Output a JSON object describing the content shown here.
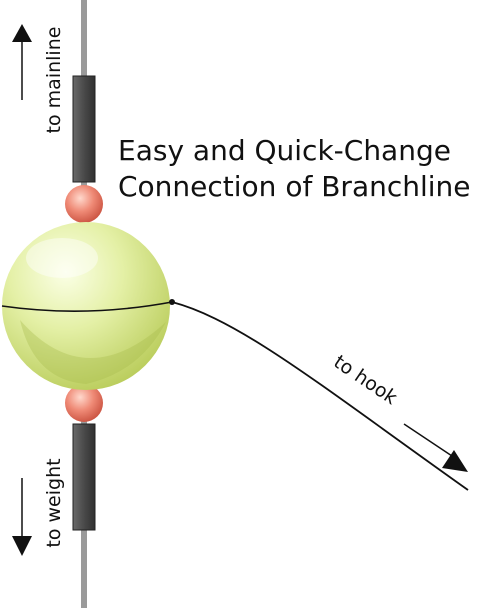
{
  "title": {
    "line1": "Easy and Quick-Change",
    "line2": "Connection of Branchline"
  },
  "labels": {
    "to_mainline": "to mainline",
    "to_weight": "to weight",
    "to_hook": "to hook"
  },
  "colors": {
    "mainline": "#9a9a9a",
    "sleeve": "#4a4a4a",
    "bead": "#e07060",
    "float": "#d8ea90",
    "branchline": "#111111"
  }
}
